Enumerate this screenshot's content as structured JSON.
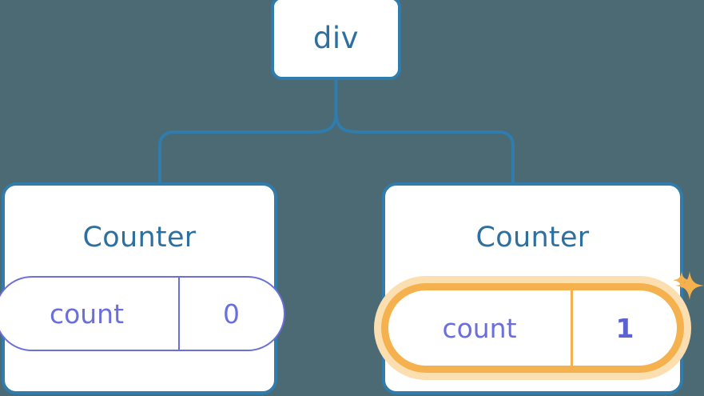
{
  "diagram": {
    "type": "component-tree",
    "background_color": "#4b6a73",
    "accent_colors": {
      "node_border": "#2f7cad",
      "node_text": "#2d6f9e",
      "pill_border": "#6b6fdb",
      "pill_text": "#6b6fdb",
      "highlight": "#f5b14e",
      "highlight_glow": "#fbdfb1",
      "highlight_value_text": "#5b63d3"
    },
    "root": {
      "label": "div"
    },
    "children": [
      {
        "title": "Counter",
        "state": {
          "key": "count",
          "value": "0"
        },
        "highlighted": false
      },
      {
        "title": "Counter",
        "state": {
          "key": "count",
          "value": "1"
        },
        "highlighted": true,
        "sparkle_icons": [
          "sparkle-large-icon",
          "sparkle-small-icon"
        ]
      }
    ]
  }
}
